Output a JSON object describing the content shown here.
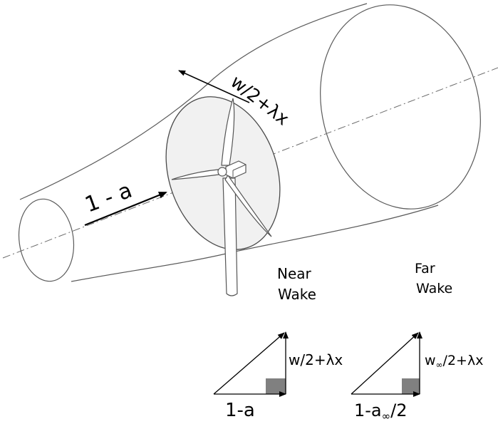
{
  "labels": {
    "inflow_velocity": "1 - a",
    "rotor_tangential": "w/2+λx",
    "near_wake_line1": "Near",
    "near_wake_line2": "Wake",
    "far_wake_line1": "Far",
    "far_wake_line2": "Wake"
  },
  "near_triangle": {
    "axial": "1-a",
    "tangential": "w/2+λx"
  },
  "far_triangle": {
    "axial_prefix": "1-a",
    "axial_sub": "∞",
    "axial_suffix": "/2",
    "tangential_prefix": "w",
    "tangential_sub": "∞",
    "tangential_suffix": "/2+λx"
  },
  "colors": {
    "rotor_disk": "#f1f1f1",
    "right_angle_marker": "#808080",
    "outline": "#5a5a5a"
  }
}
